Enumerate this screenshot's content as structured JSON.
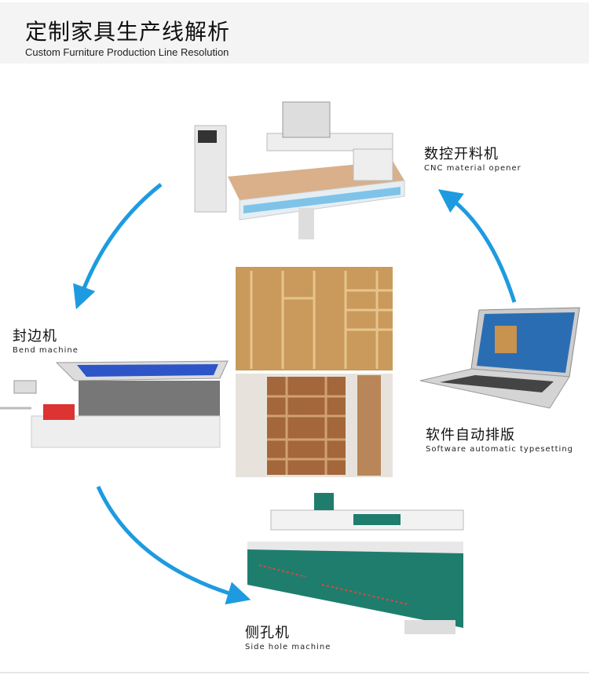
{
  "header": {
    "title": "定制家具生产线解析",
    "subtitle": "Custom Furniture Production Line Resolution"
  },
  "stages": [
    {
      "zh": "数控开料机",
      "en": "CNC material opener",
      "icon": "cnc-machine"
    },
    {
      "zh": "软件自动排版",
      "en": "Software automatic typesetting",
      "icon": "laptop"
    },
    {
      "zh": "侧孔机",
      "en": "Side hole machine",
      "icon": "side-hole-machine"
    },
    {
      "zh": "封边机",
      "en": "Bend machine",
      "icon": "edge-banding-machine"
    }
  ],
  "colors": {
    "arrow": "#1e9be0",
    "header_bg": "#f4f4f4",
    "wood": "#c99a5b",
    "machine_blue": "#7fc3e8",
    "machine_green": "#1f7d6e"
  }
}
